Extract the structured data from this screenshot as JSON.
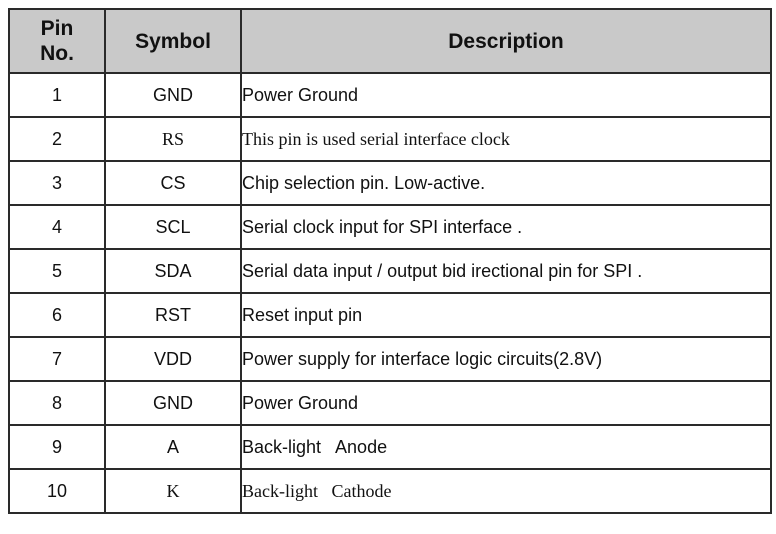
{
  "headers": {
    "pin_line1": "Pin",
    "pin_line2": "No.",
    "symbol": "Symbol",
    "description": "Description"
  },
  "rows": [
    {
      "pin": "1",
      "symbol": "GND",
      "description": "Power Ground"
    },
    {
      "pin": "2",
      "symbol": "RS",
      "description": "This pin is used serial interface clock"
    },
    {
      "pin": "3",
      "symbol": "CS",
      "description": "Chip selection pin. Low-active."
    },
    {
      "pin": "4",
      "symbol": "SCL",
      "description": "Serial clock input for SPI interface ."
    },
    {
      "pin": "5",
      "symbol": "SDA",
      "description": "Serial data input / output bid irectional pin for SPI ."
    },
    {
      "pin": "6",
      "symbol": "RST",
      "description": "Reset input pin"
    },
    {
      "pin": "7",
      "symbol": "VDD",
      "description": "Power supply for interface logic circuits(2.8V)"
    },
    {
      "pin": "8",
      "symbol": "GND",
      "description": "Power Ground"
    },
    {
      "pin": "9",
      "symbol": "A",
      "description": "Back-light   Anode"
    },
    {
      "pin": "10",
      "symbol": "K",
      "description": "Back-light   Cathode"
    }
  ],
  "colors": {
    "header_bg": "#c9c9c9",
    "border": "#2a2a2a"
  }
}
